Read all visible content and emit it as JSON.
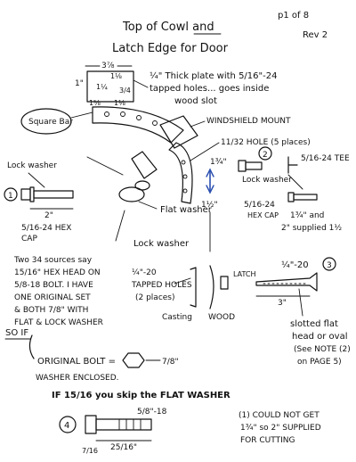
{
  "header": {
    "title_line1": "Top of Cowl and",
    "title_line2": "Latch Edge for Door",
    "page": "p1 of 8",
    "revision": "Rev 2"
  },
  "plate": {
    "dim_top": "3⅞",
    "dim_1": "1\"",
    "dim_a": "1⅛",
    "dim_b": "1¼",
    "dim_c": "1⅝",
    "dim_d": "1⅛",
    "dim_e": "3/4",
    "square_bar": "Square Bar",
    "note_line1": "¼\" Thick plate with 5/16\"-24",
    "note_line2": "tapped holes... goes inside",
    "note_line3": "wood slot"
  },
  "labels": {
    "windshield_mount": "WINDSHIELD MOUNT",
    "hole_5": "11/32 HOLE (5 places)",
    "dim_1_3_4": "1¾\"",
    "dim_1_1_2": "1½\"",
    "lock_washer_left": "Lock washer",
    "flat_washer": "Flat washer",
    "lock_washer_mid": "Lock washer",
    "lock_washer_right": "Lock washer",
    "tee": "5/16-24 TEE",
    "hex_cap_right_1": "5/16-24",
    "hex_cap_right_2": "HEX CAP",
    "supplied_1": "1¾\" and",
    "supplied_2": "2\" supplied 1½",
    "latch": "LATCH",
    "bolt3_size": "¼\"-20",
    "dim_3": "3\"",
    "tapped_1": "¼\"-20",
    "tapped_2": "TAPPED HOLES",
    "tapped_3": "(2 places)",
    "casting": "Casting",
    "wood": "WOOD",
    "slotted_1": "slotted flat",
    "slotted_2": "head or oval",
    "slotted_3": "(See NOTE (2)",
    "slotted_4": "on PAGE 5)"
  },
  "bolt1": {
    "number": "1",
    "dim": "2\"",
    "size_1": "5/16-24 HEX",
    "size_2": "CAP"
  },
  "bolt2": {
    "number": "2"
  },
  "bolt3": {
    "number": "3"
  },
  "bolt4": {
    "number": "4",
    "thread": "5/8\"-18",
    "length": "25/16\"",
    "head": "7/16"
  },
  "note_block": {
    "line1": "Two 34 sources say",
    "line2": "15/16\" HEX HEAD ON",
    "line3": "5/8-18 BOLT. I HAVE",
    "line4": "ONE ORIGINAL SET",
    "line5": "& BOTH 7/8\" WITH",
    "line6": "FLAT & LOCK WASHER",
    "so_if": "SO IF",
    "original_bolt": "ORIGINAL BOLT =",
    "original_dim": "7/8\"",
    "washer_enclosed": "WASHER ENCLOSED.",
    "if_line": "IF 15/16 you skip the FLAT WASHER"
  },
  "footnote": {
    "line1": "(1) COULD NOT GET",
    "line2": "1¾\" so 2\" SUPPLIED",
    "line3": "FOR CUTTING"
  }
}
